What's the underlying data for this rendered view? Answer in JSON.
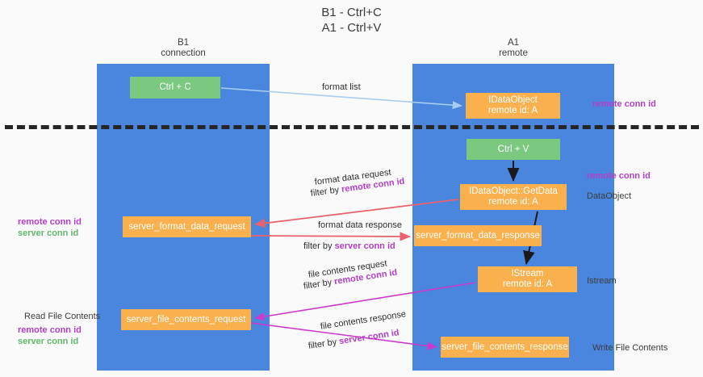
{
  "title": "B1 - Ctrl+C\nA1 - Ctrl+V",
  "columns": [
    {
      "name": "B1",
      "role": "connection",
      "label": "B1\nconnection"
    },
    {
      "name": "A1",
      "role": "remote",
      "label": "A1\nremote"
    }
  ],
  "nodes": {
    "ctrl_c": "Ctrl + C",
    "idataobject": "IDataObject\nremote id: A",
    "ctrl_v": "Ctrl + V",
    "getdata": "IDataObject::GetData\nremote id: A",
    "server_format_data_request": "server_format_data_request",
    "server_format_data_response": "server_format_data_response",
    "istream": "IStream\nremote id: A",
    "server_file_contents_request": "server_file_contents_request",
    "server_file_contents_response": "server_file_contents_response"
  },
  "edge_labels": {
    "format_list": "format list",
    "format_data_request": "format data request",
    "filter_by": "filter by",
    "remote_conn_id": "remote conn id",
    "server_conn_id": "server conn id",
    "format_data_response": "format data response",
    "file_contents_request": "file contents request",
    "file_contents_response": "file contents response"
  },
  "annotations": {
    "remote_conn_id_top": "remote conn id",
    "remote_conn_id_mid": "remote conn id",
    "dataobject": "DataObject",
    "istream": "Istream",
    "write_file_contents": "Write File Contents",
    "read_file_contents": "Read File Contents",
    "remote_conn_id": "remote conn id",
    "server_conn_id": "server conn id"
  },
  "colors": {
    "lane": "#4a86dd",
    "green_node": "#7ac97f",
    "orange_node": "#fbb04e",
    "purple_text": "#b23fc8",
    "green_text": "#63b76c",
    "red_arrow": "#e8616d",
    "magenta_arrow": "#cc39cc",
    "blue_arrow": "#a8cdf0",
    "black_arrow": "#1a1a1a",
    "separator": "#262626",
    "background": "#fafafa"
  }
}
